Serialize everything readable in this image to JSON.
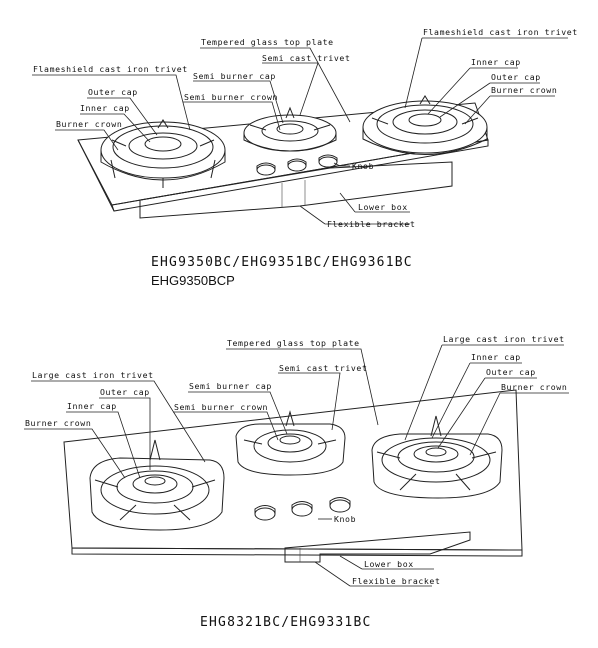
{
  "top_diagram": {
    "labels": {
      "tempered_glass": "Tempered glass top plate",
      "semi_cast_trivet": "Semi cast trivet",
      "flameshield_trivet_right": "Flameshield cast iron trivet",
      "flameshield_trivet_left": "Flameshield cast iron trivet",
      "semi_burner_cap": "Semi burner cap",
      "semi_burner_crown": "Semi burner crown",
      "outer_cap_left": "Outer cap",
      "inner_cap_left": "Inner cap",
      "burner_crown_left": "Burner crown",
      "inner_cap_right": "Inner cap",
      "outer_cap_right": "Outer cap",
      "burner_crown_right": "Burner crown",
      "knob": "Knob",
      "lower_box": "Lower box",
      "flexible_bracket": "Flexible bracket"
    },
    "model_line1": "EHG9350BC/EHG9351BC/EHG9361BC",
    "model_line2": "EHG9350BCP"
  },
  "bottom_diagram": {
    "labels": {
      "tempered_glass": "Tempered glass top plate",
      "large_trivet_right": "Large cast iron trivet",
      "inner_cap_right": "Inner cap",
      "outer_cap_right": "Outer cap",
      "burner_crown_right": "Burner crown",
      "semi_cast_trivet": "Semi cast trivet",
      "large_trivet_left": "Large cast iron trivet",
      "semi_burner_cap": "Semi burner cap",
      "outer_cap_left": "Outer cap",
      "semi_burner_crown": "Semi burner crown",
      "inner_cap_left": "Inner cap",
      "burner_crown_left": "Burner crown",
      "knob": "Knob",
      "lower_box": "Lower box",
      "flexible_bracket": "Flexible bracket"
    },
    "model_line1": "EHG8321BC/EHG9331BC"
  }
}
